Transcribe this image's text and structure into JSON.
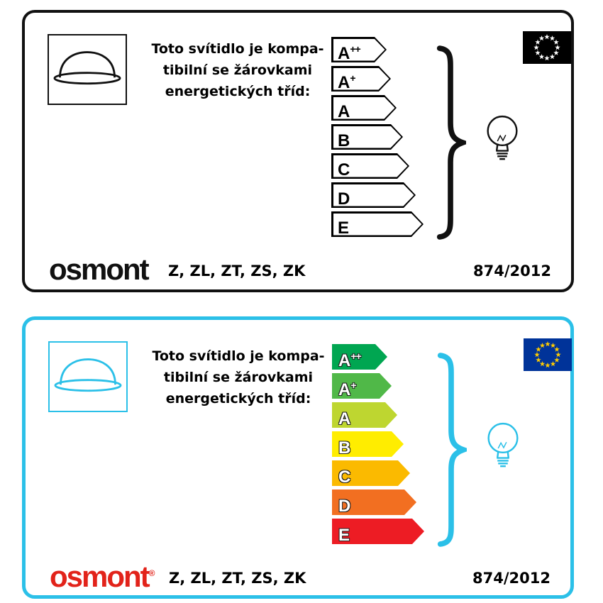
{
  "icons": {
    "lamp": "ceiling-luminaire",
    "bulb": "light-bulb",
    "flag": "eu-flag",
    "brace": "curly-brace"
  },
  "cards": [
    {
      "variant": "mono",
      "compat_text": {
        "line1": "Toto svítidlo je kompa-",
        "line2": "tibilní se žárovkami",
        "line3": "energetických tříd:"
      },
      "classes": [
        {
          "letter": "A",
          "sup": "++",
          "colors": {
            "fill": "#ffffff",
            "edge": "#000000"
          }
        },
        {
          "letter": "A",
          "sup": "+",
          "colors": {
            "fill": "#ffffff",
            "edge": "#000000"
          }
        },
        {
          "letter": "A",
          "sup": "",
          "colors": {
            "fill": "#ffffff",
            "edge": "#000000"
          }
        },
        {
          "letter": "B",
          "sup": "",
          "colors": {
            "fill": "#ffffff",
            "edge": "#000000"
          }
        },
        {
          "letter": "C",
          "sup": "",
          "colors": {
            "fill": "#ffffff",
            "edge": "#000000"
          }
        },
        {
          "letter": "D",
          "sup": "",
          "colors": {
            "fill": "#ffffff",
            "edge": "#000000"
          }
        },
        {
          "letter": "E",
          "sup": "",
          "colors": {
            "fill": "#ffffff",
            "edge": "#000000"
          }
        }
      ],
      "brand": "osmont",
      "brand_reg": "",
      "models_label": "Z, ZL, ZT, ZS, ZK",
      "regulation": "874/2012",
      "colors": {
        "accent": "#111111",
        "logo": "#111111",
        "flag_bg": "#000000",
        "flag_star": "#ffffff",
        "label": "#000000"
      }
    },
    {
      "variant": "color",
      "compat_text": {
        "line1": "Toto svítidlo je kompa-",
        "line2": "tibilní se žárovkami",
        "line3": "energetických tříd:"
      },
      "classes": [
        {
          "letter": "A",
          "sup": "++",
          "colors": {
            "fill": "#00a651",
            "edge": "#00a651"
          }
        },
        {
          "letter": "A",
          "sup": "+",
          "colors": {
            "fill": "#50b848",
            "edge": "#50b848"
          }
        },
        {
          "letter": "A",
          "sup": "",
          "colors": {
            "fill": "#bed630",
            "edge": "#bed630"
          }
        },
        {
          "letter": "B",
          "sup": "",
          "colors": {
            "fill": "#ffed00",
            "edge": "#ffed00"
          }
        },
        {
          "letter": "C",
          "sup": "",
          "colors": {
            "fill": "#fbba00",
            "edge": "#fbba00"
          }
        },
        {
          "letter": "D",
          "sup": "",
          "colors": {
            "fill": "#f26f21",
            "edge": "#f26f21"
          }
        },
        {
          "letter": "E",
          "sup": "",
          "colors": {
            "fill": "#ed1c24",
            "edge": "#ed1c24"
          }
        }
      ],
      "brand": "osmont",
      "brand_reg": "®",
      "models_label": "Z, ZL, ZT, ZS, ZK",
      "regulation": "874/2012",
      "colors": {
        "accent": "#2bc0e8",
        "logo": "#e2231a",
        "flag_bg": "#003399",
        "flag_star": "#ffcc00",
        "label": "#ffffff"
      }
    }
  ]
}
